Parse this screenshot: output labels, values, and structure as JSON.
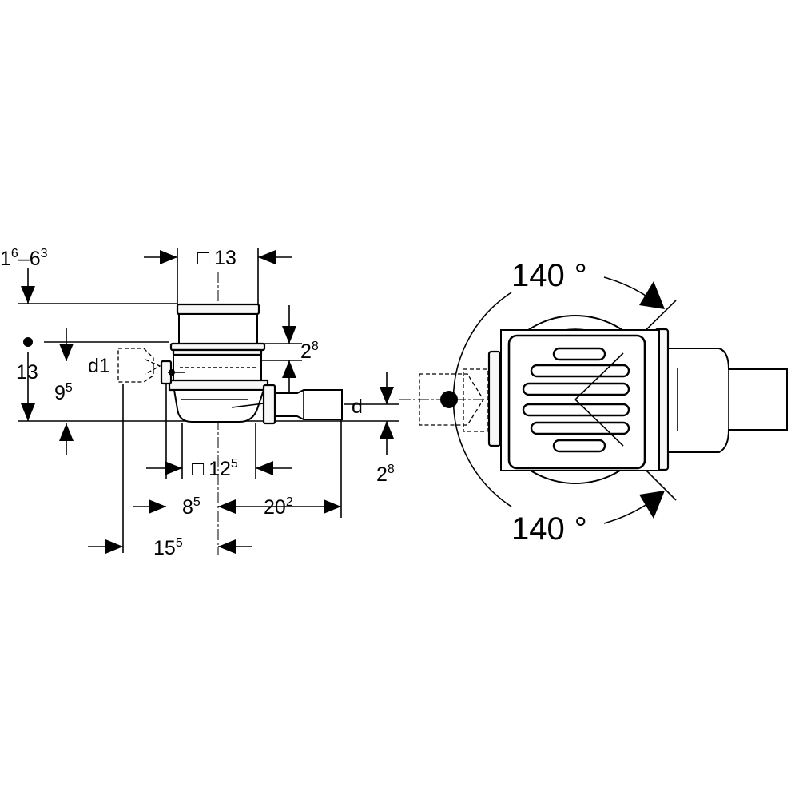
{
  "drawing": {
    "side_view": {
      "dims": {
        "adjust_range": {
          "base": "1",
          "sup": "6",
          "dash": "–",
          "base2": "6",
          "sup2": "3"
        },
        "top_square": {
          "symbol": "□",
          "value": "13"
        },
        "flange_thickness": {
          "base": "2",
          "sup": "8"
        },
        "outlet_offset": {
          "base": "2",
          "sup": "8"
        },
        "height_total": {
          "value": "13"
        },
        "height_outlet": {
          "base": "9",
          "sup": "5"
        },
        "d1_label": {
          "value": "d1"
        },
        "d_label": {
          "value": "d"
        },
        "bottom_square": {
          "symbol": "□",
          "base": "12",
          "sup": "5"
        },
        "left_offset": {
          "base": "8",
          "sup": "5"
        },
        "outlet_length": {
          "base": "20",
          "sup": "2"
        },
        "total_left": {
          "base": "15",
          "sup": "5"
        }
      }
    },
    "top_view": {
      "angle_top": {
        "value": "140",
        "unit": "°"
      },
      "angle_bottom": {
        "value": "140",
        "unit": "°"
      }
    }
  }
}
